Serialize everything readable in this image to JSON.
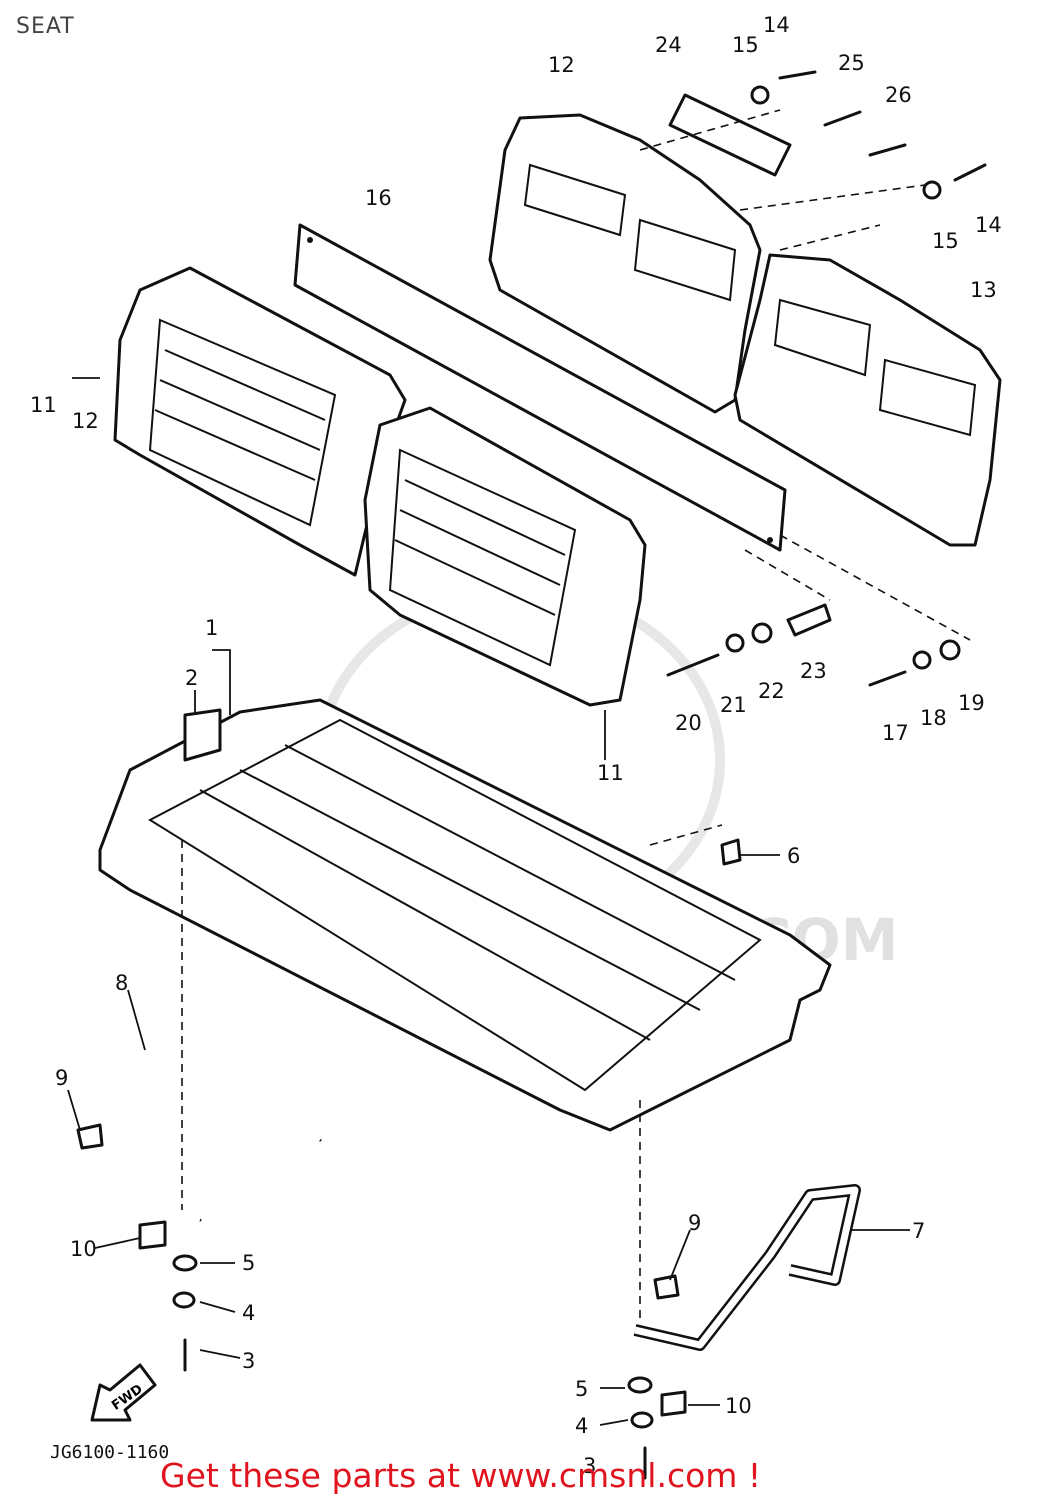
{
  "title": "SEAT",
  "drawing_code": "JG6100-1160",
  "banner": "Get these parts at www.cmsnl.com !",
  "watermark_text": "WWW.CMSNL.COM",
  "fwd_label": "FWD",
  "callouts": {
    "c1": "1",
    "c2": "2",
    "c3a": "3",
    "c3b": "3",
    "c4a": "4",
    "c4b": "4",
    "c5a": "5",
    "c5b": "5",
    "c6": "6",
    "c7": "7",
    "c8": "8",
    "c9a": "9",
    "c9b": "9",
    "c10a": "10",
    "c10b": "10",
    "c11a": "11",
    "c11b": "11",
    "c12a": "12",
    "c12b": "12",
    "c13": "13",
    "c14a": "14",
    "c14b": "14",
    "c15a": "15",
    "c15b": "15",
    "c16": "16",
    "c17": "17",
    "c18": "18",
    "c19": "19",
    "c20": "20",
    "c21": "21",
    "c22": "22",
    "c23": "23",
    "c24": "24",
    "c25": "25",
    "c26": "26"
  },
  "colors": {
    "banner": "#e0141e",
    "lines": "#111111",
    "watermark": "#bdbdbd"
  }
}
